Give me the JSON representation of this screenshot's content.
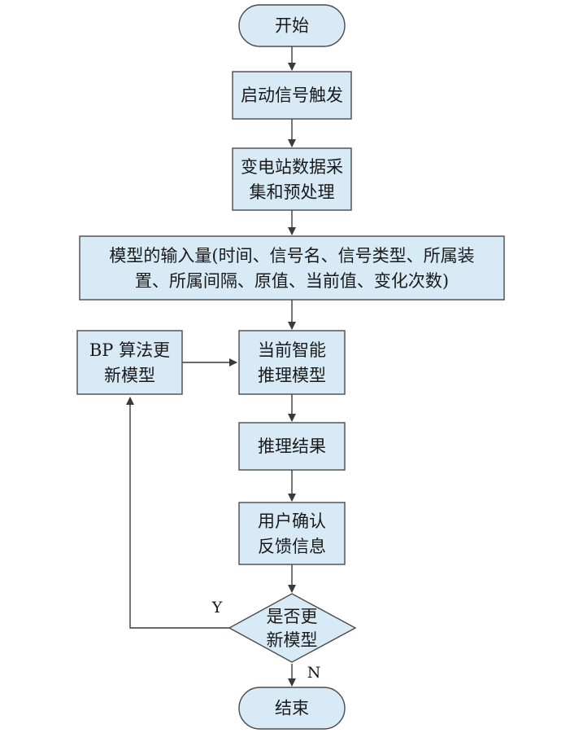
{
  "nodes": {
    "start": {
      "lines": [
        "开始"
      ]
    },
    "trigger": {
      "lines": [
        "启动信号触发"
      ]
    },
    "collect": {
      "lines": [
        "变电站数据采",
        "集和预处理"
      ]
    },
    "inputs": {
      "lines": [
        "模型的输入量(时间、信号名、信号类型、所属装",
        "置、所属间隔、原值、当前值、变化次数)"
      ]
    },
    "bp": {
      "lines": [
        "BP 算法更",
        "新模型"
      ]
    },
    "model": {
      "lines": [
        "当前智能",
        "推理模型"
      ]
    },
    "result": {
      "lines": [
        "推理结果"
      ]
    },
    "confirm": {
      "lines": [
        "用户确认",
        "反馈信息"
      ]
    },
    "decision": {
      "lines": [
        "是否更",
        "新模型"
      ]
    },
    "end": {
      "lines": [
        "结束"
      ]
    }
  },
  "edges": {
    "yes_label": "Y",
    "no_label": "N"
  },
  "colors": {
    "node_fill": "#d7eaf6",
    "stroke": "#4a4a4a"
  }
}
